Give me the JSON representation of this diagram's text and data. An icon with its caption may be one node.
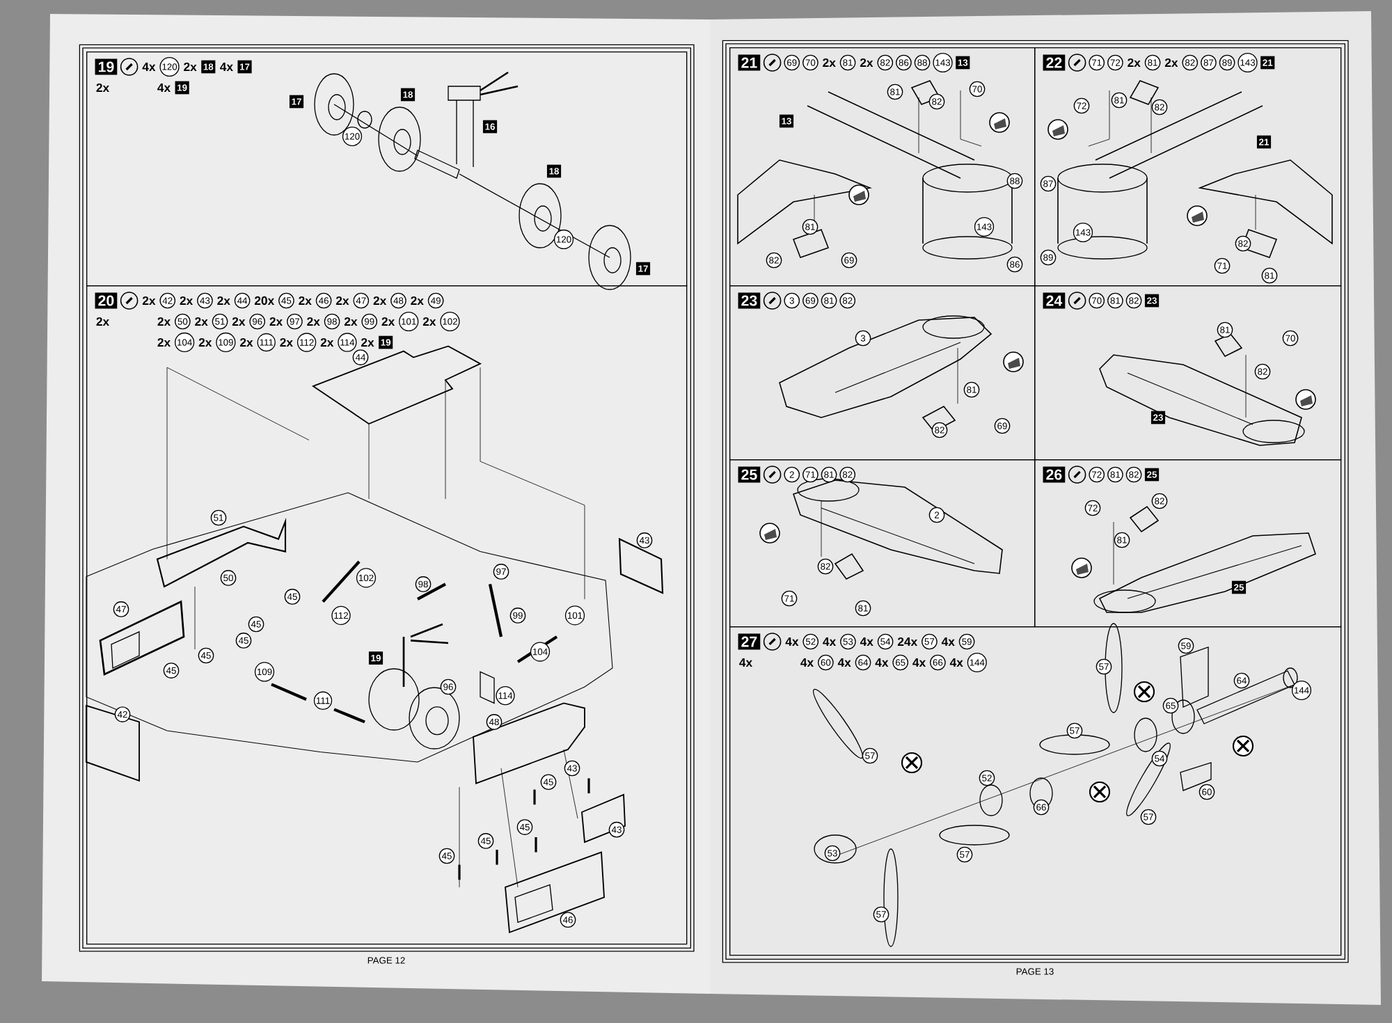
{
  "diagram": {
    "nodes": [
      {
        "text": [
          "PAGE 12"
        ]
      },
      {
        "text": [
          "19",
          "4x",
          "120",
          "2x",
          "18",
          "4x",
          "17",
          "2x",
          "4x",
          "19"
        ],
        "in": 0
      },
      {
        "text": [
          "20",
          "2x",
          "42",
          "2x",
          "43",
          "2x",
          "44",
          "20x",
          "45",
          "2x",
          "46",
          "2x",
          "47",
          "2x",
          "48",
          "2x",
          "49",
          "2x",
          "2x",
          "50",
          "2x",
          "51",
          "2x",
          "96",
          "2x",
          "97",
          "2x",
          "98",
          "2x",
          "99",
          "2x",
          "101",
          "2x",
          "102",
          "2x",
          "104",
          "2x",
          "109",
          "2x",
          "111",
          "2x",
          "112",
          "2x",
          "114",
          "2x",
          "19"
        ],
        "in": 0
      },
      {
        "text": [
          "PAGE 13"
        ]
      },
      {
        "text": [
          "21",
          "69",
          "70",
          "2x",
          "81",
          "2x",
          "82",
          "86",
          "88",
          "143",
          "13"
        ],
        "in": 3
      },
      {
        "text": [
          "22",
          "71",
          "72",
          "2x",
          "81",
          "2x",
          "82",
          "87",
          "89",
          "143",
          "21"
        ],
        "in": 3
      },
      {
        "text": [
          "23",
          "3",
          "69",
          "81",
          "82"
        ],
        "in": 3
      },
      {
        "text": [
          "24",
          "70",
          "81",
          "82",
          "23"
        ],
        "in": 3
      },
      {
        "text": [
          "25",
          "2",
          "71",
          "81",
          "82"
        ],
        "in": 3
      },
      {
        "text": [
          "26",
          "72",
          "81",
          "82",
          "25"
        ],
        "in": 3
      },
      {
        "text": [
          "27",
          "4x",
          "52",
          "4x",
          "53",
          "4x",
          "54",
          "24x",
          "57",
          "4x",
          "59",
          "4x",
          "4x",
          "60",
          "4x",
          "64",
          "4x",
          "65",
          "4x",
          "66",
          "4x",
          "144"
        ],
        "in": 3
      }
    ],
    "labels": [
      "17",
      "18",
      "120",
      "16",
      "18",
      "120",
      "17",
      "44",
      "51",
      "43",
      "47",
      "50",
      "45",
      "45",
      "45",
      "45",
      "45",
      "102",
      "112",
      "109",
      "111",
      "98",
      "97",
      "99",
      "96",
      "101",
      "104",
      "19",
      "114",
      "48",
      "42",
      "43",
      "45",
      "45",
      "45",
      "45",
      "43",
      "46",
      "81",
      "70",
      "82",
      "13",
      "88",
      "143",
      "81",
      "82",
      "69",
      "86",
      "72",
      "81",
      "82",
      "21",
      "87",
      "143",
      "82",
      "89",
      "71",
      "81",
      "3",
      "81",
      "82",
      "69",
      "81",
      "70",
      "82",
      "23",
      "2",
      "82",
      "71",
      "81",
      "72",
      "82",
      "81",
      "25",
      "59",
      "57",
      "64",
      "144",
      "65",
      "57",
      "54",
      "57",
      "52",
      "66",
      "60",
      "57",
      "53",
      "57",
      "57"
    ]
  }
}
